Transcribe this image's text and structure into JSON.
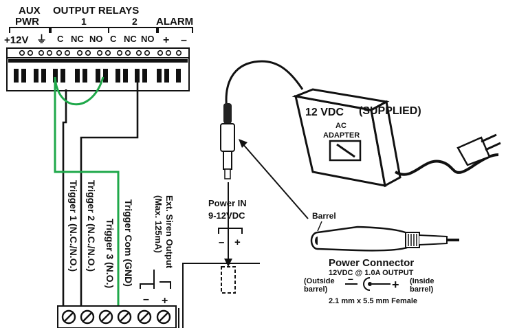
{
  "relay_header": {
    "aux_line1": "AUX",
    "aux_line2": "PWR",
    "output_relays": "OUTPUT RELAYS",
    "relay1_num": "1",
    "relay2_num": "2",
    "alarm": "ALARM"
  },
  "terminal_labels": [
    "+12V",
    "⏚",
    "C",
    "NC",
    "NO",
    "C",
    "NC",
    "NO",
    "+",
    "–"
  ],
  "wire_labels": {
    "trigger1": "Trigger 1  (N.C./N.O.)",
    "trigger2": "Trigger 2  (N.C./N.O.)",
    "trigger3": "Trigger 3  (N.O.)",
    "trigger_com": "Trigger Com (GND)",
    "siren_line1": "Ext. Siren Output",
    "siren_line2": "(Max. 125mA)",
    "siren_minus": "–",
    "siren_plus": "+"
  },
  "power_in": {
    "line1": "Power IN",
    "line2": "9-12VDC",
    "minus": "–",
    "plus": "+"
  },
  "adapter": {
    "voltage": "12 VDC",
    "supplied": "(SUPPLIED)",
    "ac": "AC",
    "adapter": "ADAPTER"
  },
  "power_connector": {
    "barrel": "Barrel",
    "title": "Power Connector",
    "rating": "12VDC @ 1.0A OUTPUT",
    "outside_line1": "(Outside",
    "outside_line2": "barrel)",
    "inside_line1": "(Inside",
    "inside_line2": "barrel)",
    "minus": "–",
    "plus": "+",
    "size": "2.1 mm x 5.5 mm Female"
  },
  "colors": {
    "green_wire": "#1fa84a",
    "black": "#111111"
  }
}
